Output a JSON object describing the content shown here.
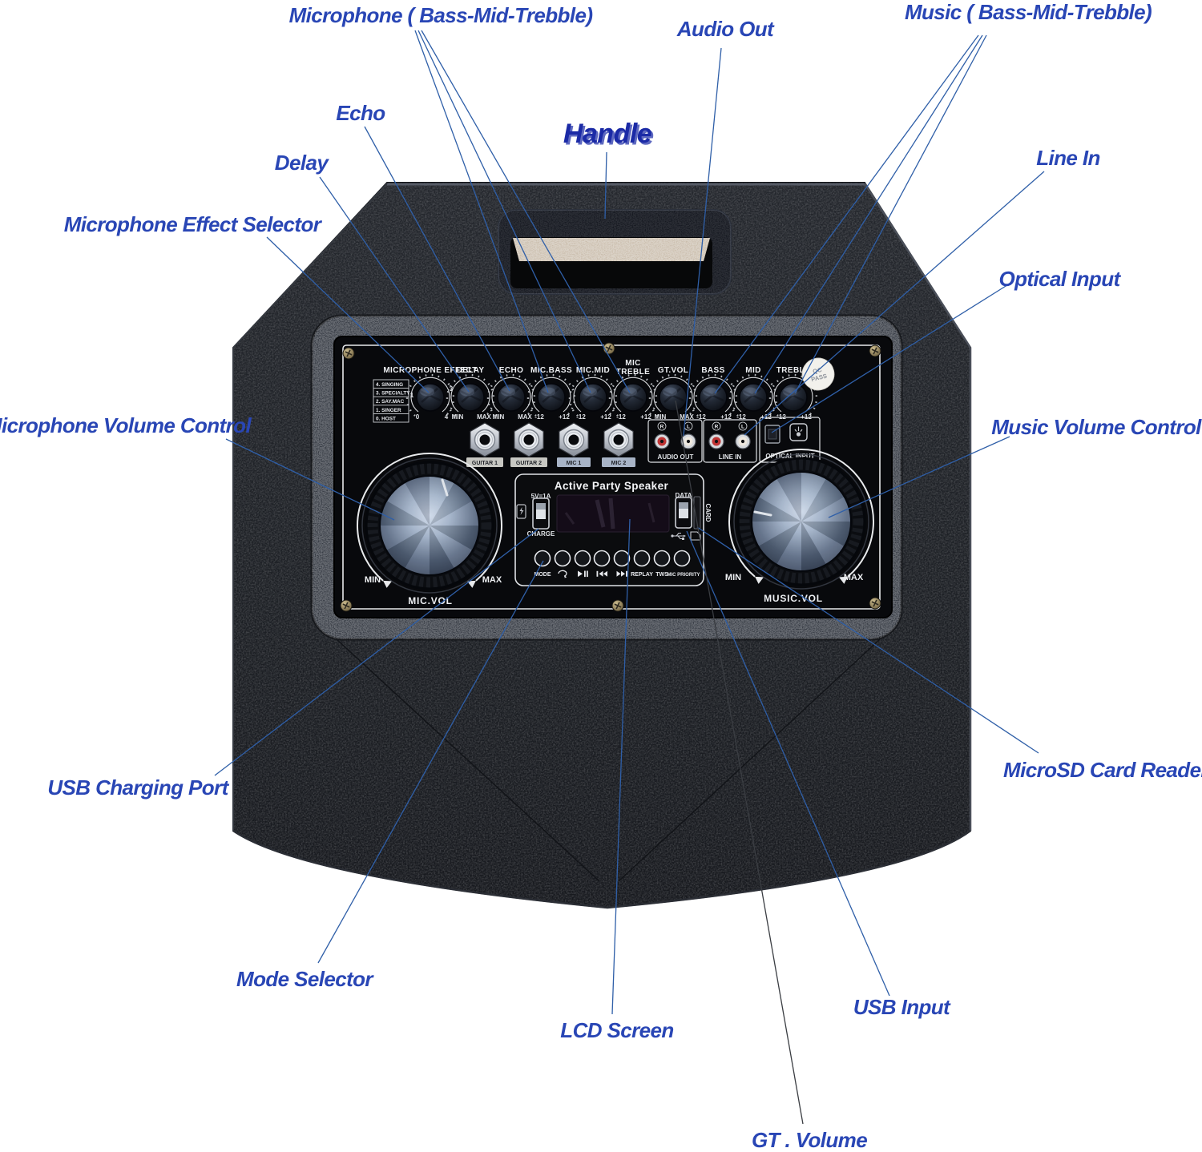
{
  "callouts": {
    "mic_eq": "Microphone ( Bass-Mid-Trebble)",
    "audio_out": "Audio Out",
    "music_eq": "Music ( Bass-Mid-Trebble)",
    "handle": "Handle",
    "echo": "Echo",
    "delay": "Delay",
    "line_in": "Line In",
    "mic_effect_selector": "Microphone Effect Selector",
    "optical_input": "Optical Input",
    "mic_volume": "Microphone Volume Control",
    "music_volume": "Music Volume Control",
    "microsd": "MicroSD Card Reader",
    "usb_charging": "USB Charging Port",
    "mode_selector": "Mode Selector",
    "lcd_screen": "LCD Screen",
    "usb_input": "USB Input",
    "gt_volume": "GT . Volume"
  },
  "panel": {
    "knobs": [
      {
        "label": "MICROPHONE EFFECT",
        "min": "0",
        "max": "4",
        "pos1": "1",
        "pos3": "3"
      },
      {
        "label": "DELAY",
        "min": "MIN",
        "max": "MAX"
      },
      {
        "label": "ECHO",
        "min": "MIN",
        "max": "MAX"
      },
      {
        "label": "MIC.BASS",
        "min": "-12",
        "max": "+12"
      },
      {
        "label": "MIC.MID",
        "min": "-12",
        "max": "+12"
      },
      {
        "label": "MIC TREBLE",
        "lines": [
          "MIC",
          "TREBLE"
        ],
        "min": "-12",
        "max": "+12"
      },
      {
        "label": "GT.VOL",
        "min": "MIN",
        "max": "MAX"
      },
      {
        "label": "BASS",
        "min": "-12",
        "max": "+12"
      },
      {
        "label": "MID",
        "min": "-12",
        "max": "+12"
      },
      {
        "label": "TREBLE",
        "min": "-12",
        "max": "+12"
      }
    ],
    "effect_list": [
      "4. SINGING",
      "3. SPECIALTY",
      "2. SAY.MAC",
      "1. SINGER",
      "0. HOST"
    ],
    "jacks": [
      "GUITAR 1",
      "GUITAR 2",
      "MIC 1",
      "MIC 2"
    ],
    "audio_out": {
      "title": "AUDIO OUT",
      "right": "R",
      "left": "L"
    },
    "line_in": {
      "title": "LINE IN",
      "right": "R",
      "left": "L"
    },
    "optical": {
      "title": "OPTICAL INPUT"
    },
    "qc_sticker": {
      "line1": "QC",
      "line2": "PASS"
    },
    "module": {
      "title": "Active Party Speaker",
      "charge_usb_top": "5V=1A",
      "charge_usb_bottom": "CHARGE",
      "data_usb_top": "DATA",
      "data_usb_side": "CARD",
      "buttons": [
        {
          "label": "MODE"
        },
        {
          "icon": "repeat-icon"
        },
        {
          "icon": "play-pause-icon"
        },
        {
          "icon": "prev-track-icon"
        },
        {
          "icon": "next-track-icon"
        },
        {
          "label": "REPLAY"
        },
        {
          "label": "TWS"
        },
        {
          "label": "MIC PRIORITY"
        }
      ]
    },
    "mic_knob": {
      "label": "MIC.VOL",
      "min": "MIN",
      "max": "MAX"
    },
    "music_knob": {
      "label": "MUSIC.VOL",
      "min": "MIN",
      "max": "MAX"
    }
  },
  "colors": {
    "callout_blue": "#2946b5",
    "handle_blue": "#1b2aa6",
    "leader_blue": "#2f5fa8",
    "leader_dark": "#3a3d42",
    "body_black": "#1e2126",
    "panel_black": "#08090c",
    "rca_red": "#c03434",
    "rca_white": "#efe9e0"
  }
}
